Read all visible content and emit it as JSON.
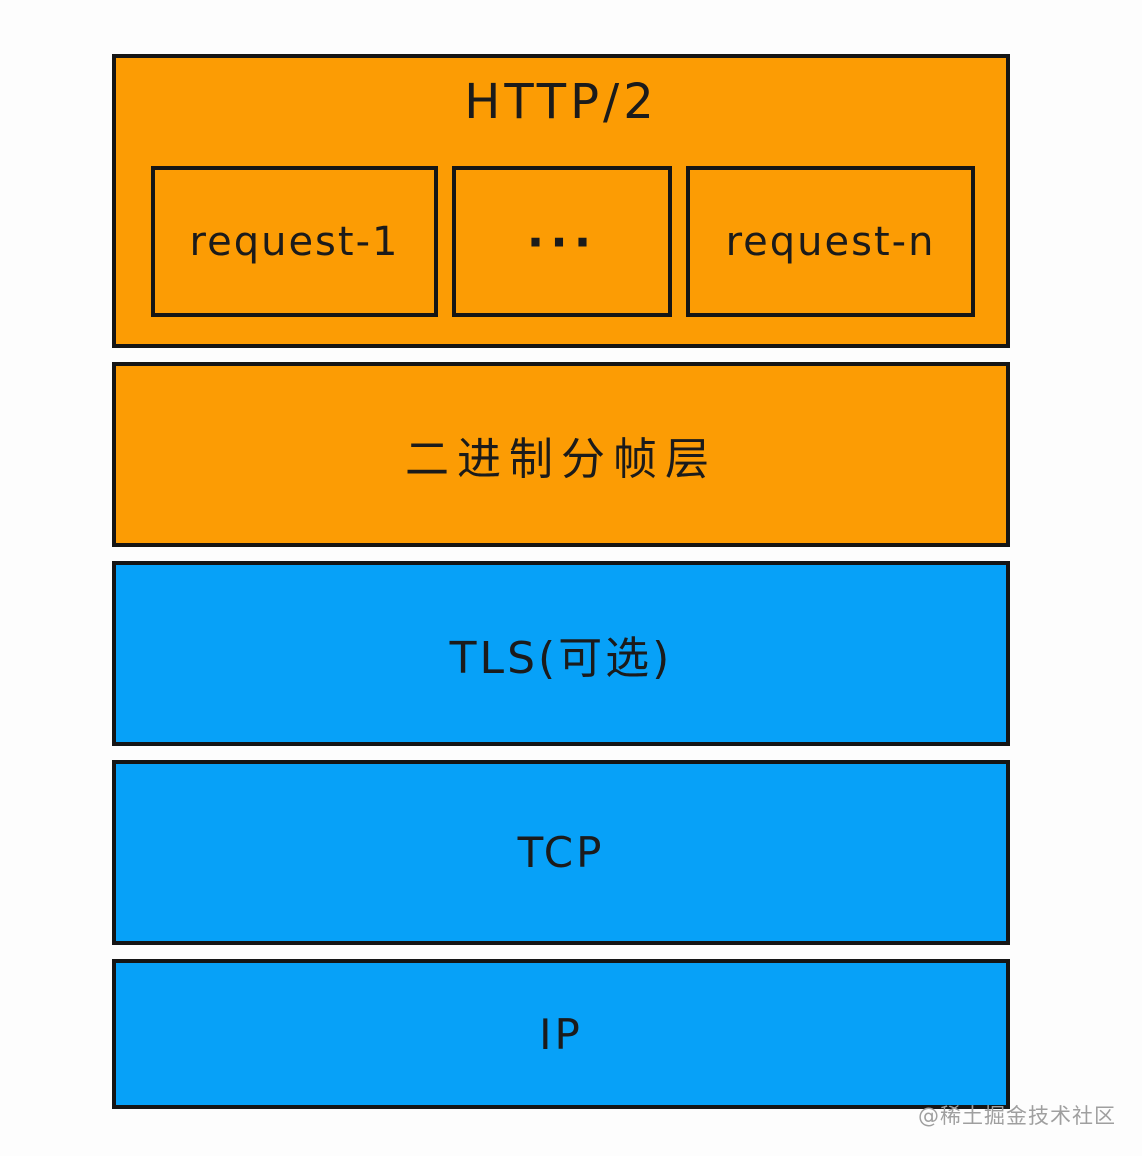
{
  "diagram": {
    "http2_layer": {
      "title": "HTTP/2",
      "requests": [
        "request-1",
        "···",
        "request-n"
      ]
    },
    "layers": [
      {
        "label": "二进制分帧层",
        "color_role": "orange"
      },
      {
        "label": "TLS(可选)",
        "color_role": "blue"
      },
      {
        "label": "TCP",
        "color_role": "blue"
      },
      {
        "label": "IP",
        "color_role": "blue"
      }
    ],
    "colors": {
      "orange": "#fc9c04",
      "blue": "#07a1f8",
      "border": "#151515",
      "text": "#1b1b1b",
      "watermark": "#9f9f9f",
      "background": "#fdfdfd"
    },
    "watermark": "@稀土掘金技术社区"
  }
}
